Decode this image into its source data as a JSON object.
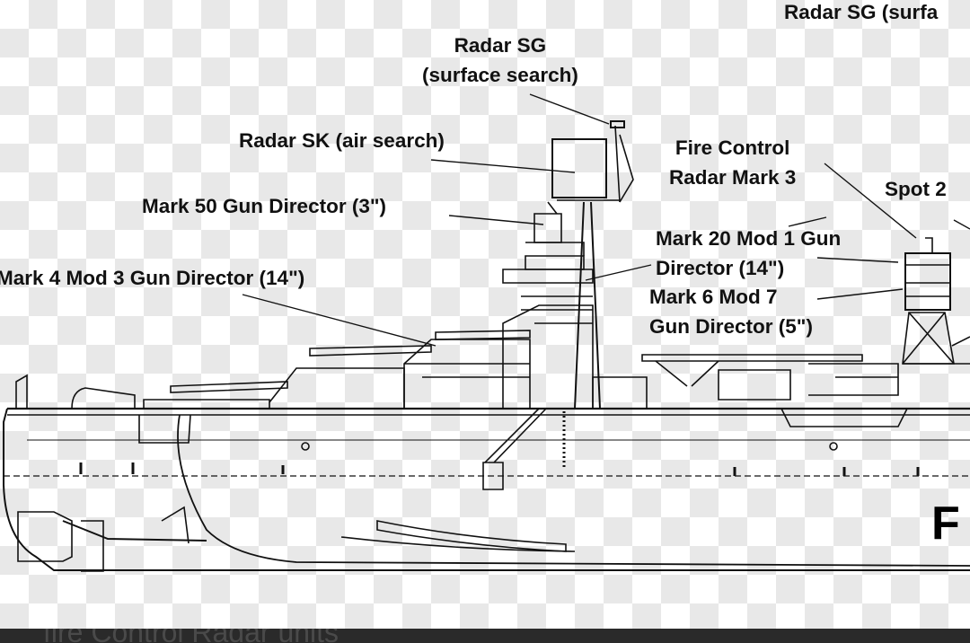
{
  "labels": {
    "radar_sg_top_right": "Radar SG (surfa",
    "radar_sg_line1": "Radar SG",
    "radar_sg_line2": "(surface search)",
    "radar_sk": "Radar SK (air search)",
    "fire_control_line1": "Fire Control",
    "fire_control_line2": "Radar Mark 3",
    "spot2": "Spot 2",
    "mark50": "Mark 50 Gun Director (3\")",
    "mark20_line1": "Mark 20 Mod 1 Gun",
    "mark20_line2": "Director (14\")",
    "mark4": "Mark 4 Mod 3 Gun Director (14\")",
    "mark6_line1": "Mark 6 Mod 7",
    "mark6_line2": "Gun Director (5\")",
    "pennant_partial": "F",
    "bottom_caption_partial": "fire Control Radar units"
  },
  "colors": {
    "line": "#111111",
    "checker": "#e8e8e8",
    "strip": "#2a2a2a"
  }
}
